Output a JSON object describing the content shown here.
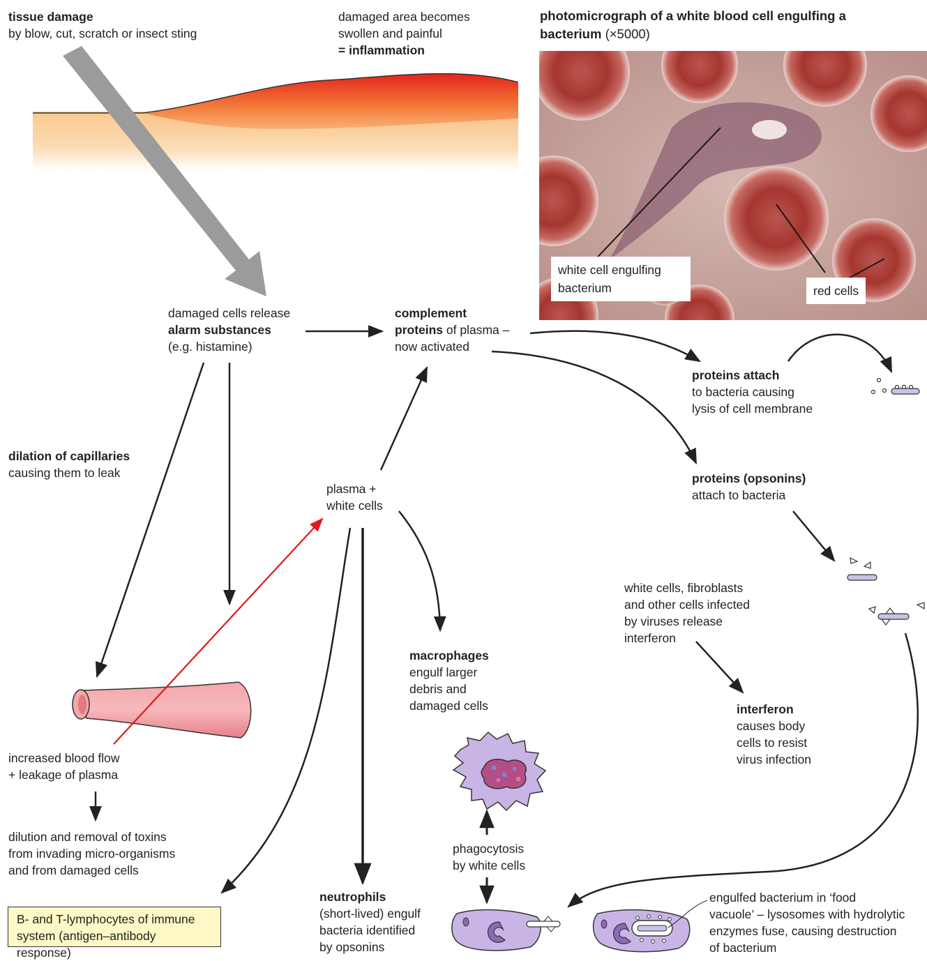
{
  "tissue_damage": {
    "heading": "tissue damage",
    "text": "by blow, cut, scratch or insect sting"
  },
  "inflammation": {
    "line1": "damaged area becomes",
    "line2": "swollen and painful",
    "line3": "= inflammation"
  },
  "photo": {
    "title_bold_1": "photomicrograph of a white blood cell engulfing a",
    "title_bold_2": "bacterium",
    "title_magnification": "(×5000)",
    "label_white_cell_1": "white cell engulfing",
    "label_white_cell_2": "bacterium",
    "label_red_cells": "red cells"
  },
  "alarm": {
    "line1": "damaged cells release",
    "line2": "alarm substances",
    "line3": "(e.g. histamine)"
  },
  "complement": {
    "line1": "complement",
    "line2_bold": "proteins",
    "line2_rest": " of plasma –",
    "line3": "now activated"
  },
  "proteins_attach": {
    "heading": "proteins attach",
    "line2": "to bacteria causing",
    "line3": "lysis of cell membrane"
  },
  "dilation": {
    "heading": "dilation of capillaries",
    "text": "causing them to leak"
  },
  "plasma": {
    "line1": "plasma +",
    "line2": "white cells"
  },
  "opsonins": {
    "heading": "proteins (opsonins)",
    "text": "attach to bacteria"
  },
  "interferon_source": {
    "line1": "white cells, fibroblasts",
    "line2": "and other cells infected",
    "line3": "by viruses release",
    "line4": "interferon"
  },
  "macrophages": {
    "heading": "macrophages",
    "line2": "engulf larger",
    "line3": "debris and",
    "line4": "damaged cells"
  },
  "interferon": {
    "heading": "interferon",
    "line2": "causes body",
    "line3": "cells to resist",
    "line4": "virus infection"
  },
  "blood_flow": {
    "line1": "increased blood flow",
    "line2": "+ leakage of plasma"
  },
  "dilution": {
    "line1": "dilution and removal of toxins",
    "line2": "from invading micro-organisms",
    "line3": "and from damaged cells"
  },
  "lymphocytes": {
    "line1": "B- and T-lymphocytes of immune",
    "line2": "system (antigen–antibody response)"
  },
  "phagocytosis": {
    "line1": "phagocytosis",
    "line2": "by white cells"
  },
  "neutrophils": {
    "heading": "neutrophils",
    "line2": "(short-lived) engulf",
    "line3": "bacteria identified",
    "line4": "by opsonins"
  },
  "food_vacuole": {
    "line1": "engulfed bacterium in ‘food",
    "line2": "vacuole’ – lysosomes with hydrolytic",
    "line3": "enzymes fuse, causing destruction",
    "line4": "of bacterium"
  },
  "colors": {
    "inflammation_red": "#e8291c",
    "skin": "#fbd3a0",
    "capillary": "#f08a90",
    "cell_purple": "#c8b5e6",
    "arrow_grey": "#9b9b9b",
    "red_arrow": "#e0191b",
    "box_yellow": "#fdf8c6"
  }
}
